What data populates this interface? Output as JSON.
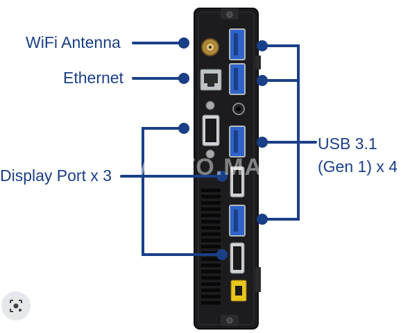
{
  "labels": {
    "wifi": "WiFi Antenna",
    "ethernet": "Ethernet",
    "displayport": "Display Port x 3",
    "usb_line1": "USB 3.1",
    "usb_line2": "(Gen 1) x 4"
  },
  "watermark": "AVITO.MA",
  "colors": {
    "callout": "#1a3f86",
    "chassis": "#1c1c1e",
    "usb_port": "#2f63c9",
    "power_port": "#e8c51a"
  },
  "icons": {
    "search_button": "lens-search-icon"
  }
}
